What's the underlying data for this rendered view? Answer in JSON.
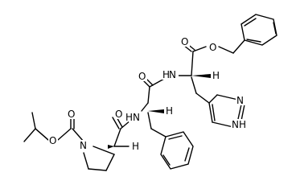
{
  "labels": {
    "o_boc_carbonyl": "O",
    "o_boc_ester": "O",
    "n_pro": "N",
    "h_pro": "H",
    "o_pro_amide": "O",
    "n_phe": "N",
    "nh_phe_h": "H",
    "h_phe": "H",
    "o_phe_amide": "O",
    "n_his": "N",
    "nh_his_h": "H",
    "h_his": "H",
    "o_bn_carbonyl": "O",
    "o_bn_ester": "O",
    "n_imid": "N",
    "nh_imid": "NH"
  }
}
